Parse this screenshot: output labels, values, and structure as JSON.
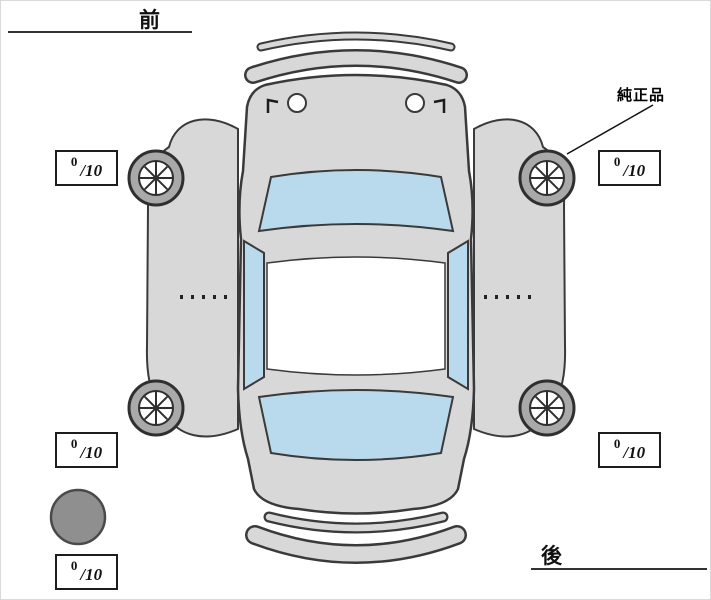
{
  "diagram": {
    "front_label": "前",
    "rear_label": "後",
    "genuine_part_label": "純正品"
  },
  "tread_scores": {
    "scale_label": "/10",
    "front_left": "0",
    "front_right": "0",
    "rear_left": "0",
    "rear_right": "0",
    "spare": "0"
  },
  "colors": {
    "body_fill": "#d8d8d8",
    "glass_fill": "#b9d9ec",
    "outline": "#3a3a3a",
    "roof_fill": "#ffffff",
    "spare_tire_fill": "#8f8f8f",
    "wheel_ring_fill": "#a9a9a9"
  }
}
